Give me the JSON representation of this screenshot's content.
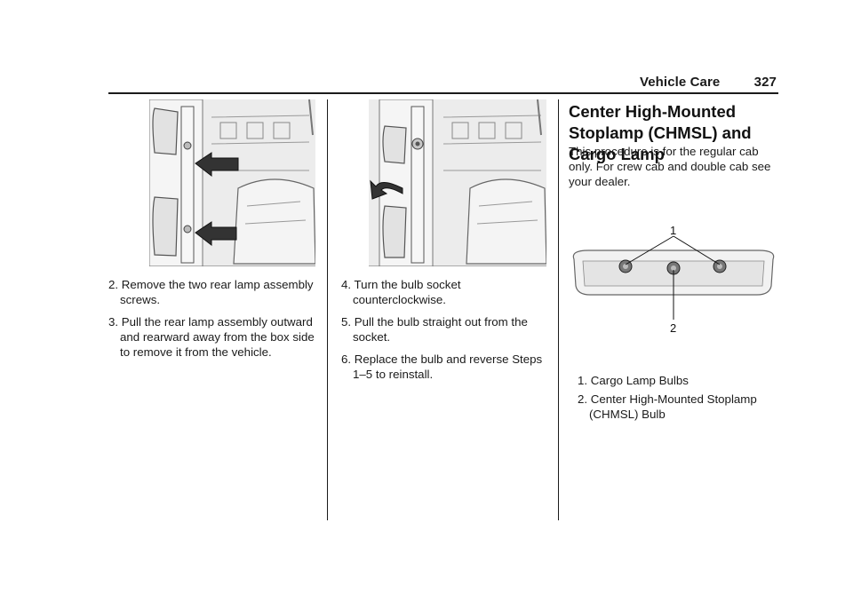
{
  "header": {
    "section": "Vehicle Care",
    "page_number": "327"
  },
  "column1": {
    "steps": [
      {
        "text": "2. Remove the two rear lamp assembly screws."
      },
      {
        "text": "3. Pull the rear lamp assembly outward and rearward away from the box side to remove it from the vehicle."
      }
    ]
  },
  "column2": {
    "steps": [
      {
        "text": "4. Turn the bulb socket counterclockwise."
      },
      {
        "text": "5. Pull the bulb straight out from the socket."
      },
      {
        "text": "6. Replace the bulb and reverse Steps 1–5 to reinstall."
      }
    ]
  },
  "column3": {
    "title": "Center High-Mounted Stoplamp (CHMSL) and Cargo Lamp",
    "intro": "This procedure is for the regular cab only. For crew cab and double cab see your dealer.",
    "figure": {
      "callout_1": "1",
      "callout_2": "2"
    },
    "legend": [
      {
        "text": "1.  Cargo Lamp Bulbs"
      },
      {
        "text": "2.  Center High-Mounted Stoplamp (CHMSL) Bulb"
      }
    ]
  }
}
